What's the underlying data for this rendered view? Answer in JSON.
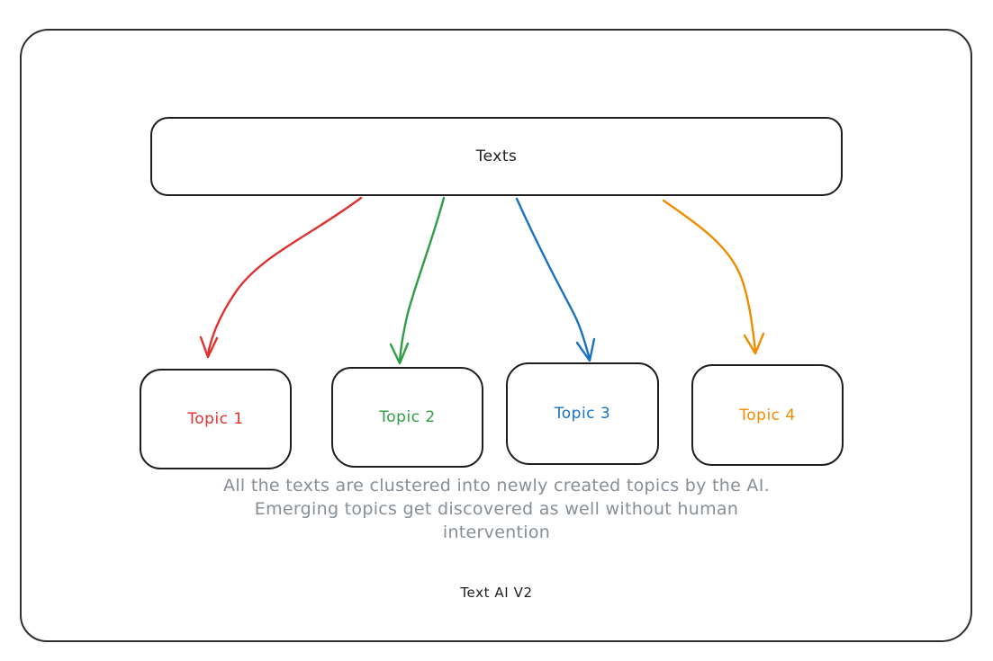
{
  "diagram": {
    "source_box": {
      "label": "Texts",
      "text_color": "#1e1e1e",
      "border_color": "#1e1e1e"
    },
    "topics": [
      {
        "label": "Topic 1",
        "color": "#e03131"
      },
      {
        "label": "Topic 2",
        "color": "#2f9e44"
      },
      {
        "label": "Topic 3",
        "color": "#1971c2"
      },
      {
        "label": "Topic 4",
        "color": "#f08c00"
      }
    ],
    "arrows": [
      {
        "name": "texts-to-topic-1",
        "color": "#e03131"
      },
      {
        "name": "texts-to-topic-2",
        "color": "#2f9e44"
      },
      {
        "name": "texts-to-topic-3",
        "color": "#1971c2"
      },
      {
        "name": "texts-to-topic-4",
        "color": "#f08c00"
      }
    ],
    "caption": {
      "lines": [
        "All the texts are clustered into newly created topics by the AI.",
        "Emerging topics get discovered as well without human",
        "intervention"
      ],
      "color": "#868e96"
    },
    "footer": {
      "label": "Text AI V2",
      "color": "#1e1e1e"
    },
    "frame_border_color": "#2f2f2f"
  }
}
